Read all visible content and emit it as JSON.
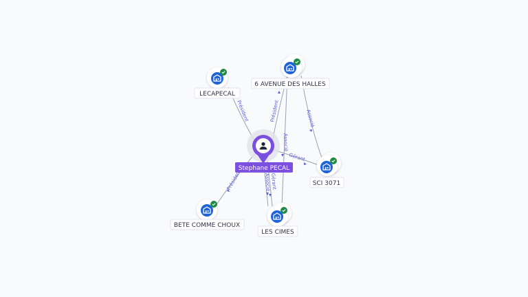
{
  "colors": {
    "company": "#1f63d8",
    "person": "#7b4fe0",
    "verified": "#1f8a45",
    "edge": "#9aa0b4",
    "edge_label": "#5b5fd6"
  },
  "icons": {
    "company": "building-icon",
    "person": "person-icon",
    "verified": "check-badge-icon"
  },
  "center": {
    "id": "person",
    "label": "Stephane PECAL"
  },
  "nodes": [
    {
      "id": "lecapecal",
      "label": "LECAPECAL"
    },
    {
      "id": "avenue",
      "label": "6 AVENUE DES HALLES"
    },
    {
      "id": "sci",
      "label": "SCI 3071"
    },
    {
      "id": "bete",
      "label": "BETE COMME CHOUX"
    },
    {
      "id": "cimes",
      "label": "LES CIMES"
    }
  ],
  "edges": [
    {
      "id": "e1",
      "label": "Président"
    },
    {
      "id": "e2",
      "label": "Président"
    },
    {
      "id": "e3",
      "label": "Associé"
    },
    {
      "id": "e4",
      "label": "Associé"
    },
    {
      "id": "e5",
      "label": "Gérant"
    },
    {
      "id": "e6",
      "label": "Président"
    },
    {
      "id": "e7",
      "label": "Gérant"
    },
    {
      "id": "e8",
      "label": "Associé"
    }
  ]
}
